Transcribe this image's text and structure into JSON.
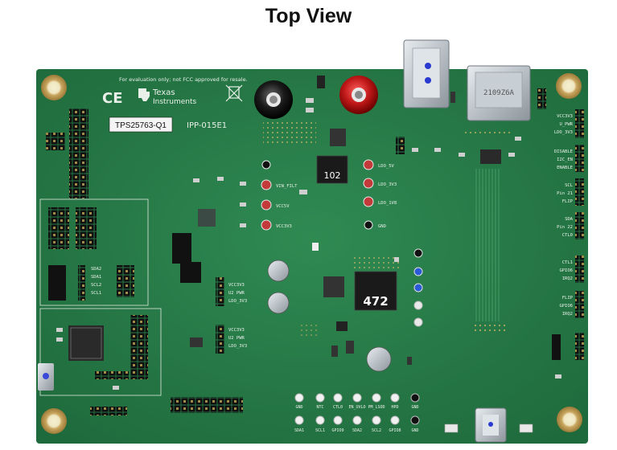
{
  "title": "Top View",
  "board": {
    "notice": "For evaluation only; not FCC approved for resale.",
    "brand_line1": "Texas",
    "brand_line2": "Instruments",
    "part_label": "TPS25763-Q1",
    "board_id": "IPP-015E1",
    "inductor_top": "102",
    "inductor_bottom": "472",
    "usb_a_code": "2109Z6A",
    "testpoints_mid": [
      "VIN_FILT",
      "VCC5V",
      "VCC3V3"
    ],
    "testpoints_right": [
      "LDO_5V",
      "LDO_3V3",
      "LDO_1V8",
      "GND"
    ],
    "right_edge_labels": [
      "VCC3V3",
      "U_PWR",
      "LDO_3V3",
      "DISABLE",
      "I2C_EN",
      "ENABLE",
      "SCL",
      "Pin 21",
      "FLIP",
      "SDA",
      "Pin 22",
      "CTL0",
      "CTL1",
      "GPIO6",
      "IRQ2",
      "FLIP",
      "GPIO6",
      "IRQ2"
    ],
    "bottom_tp_row1": [
      "GND",
      "NTC",
      "CTL0",
      "EN_UVLO",
      "PM_LSOD",
      "HPD",
      "GND"
    ],
    "bottom_tp_row2": [
      "SDA1",
      "SCL1",
      "GPIO9",
      "SDA2",
      "SCL2",
      "GPIO8",
      "GND"
    ],
    "jumper_block_labels": [
      "SDA2",
      "SDA1",
      "SCL2",
      "SCL1"
    ],
    "vcc_select_labels": [
      "VCC3V3",
      "U2 PWR",
      "LDO_3V3"
    ]
  }
}
